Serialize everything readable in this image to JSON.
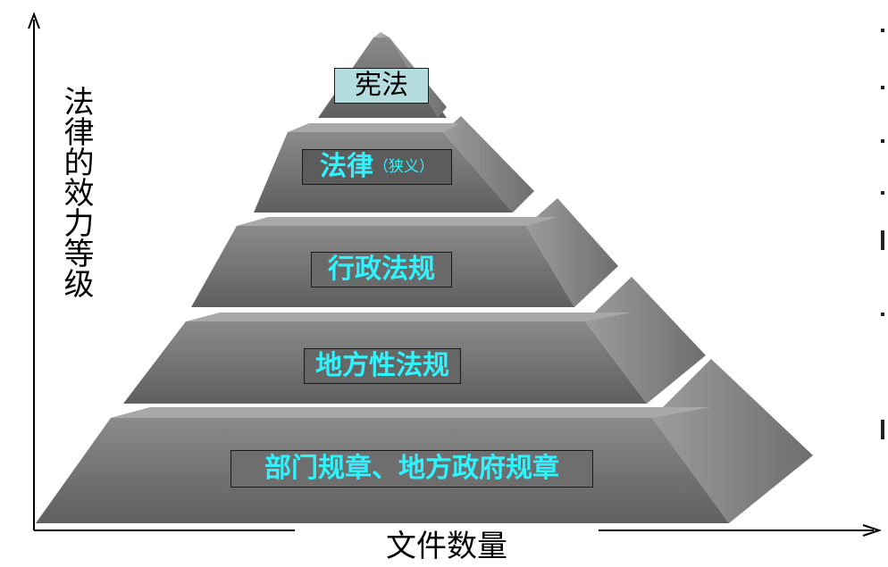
{
  "diagram": {
    "y_axis_label": "法律的效力等级",
    "x_axis_label": "文件数量",
    "tiers": [
      {
        "label": "宪法",
        "note": ""
      },
      {
        "label": "法律",
        "note": "（狭义）"
      },
      {
        "label": "行政法规",
        "note": ""
      },
      {
        "label": "地方性法规",
        "note": ""
      },
      {
        "label": "部门规章、地方政府规章",
        "note": ""
      }
    ]
  },
  "colors": {
    "tier_text": "#2ff3ff",
    "top_box": "#b5dde0",
    "axis": "#000000"
  }
}
